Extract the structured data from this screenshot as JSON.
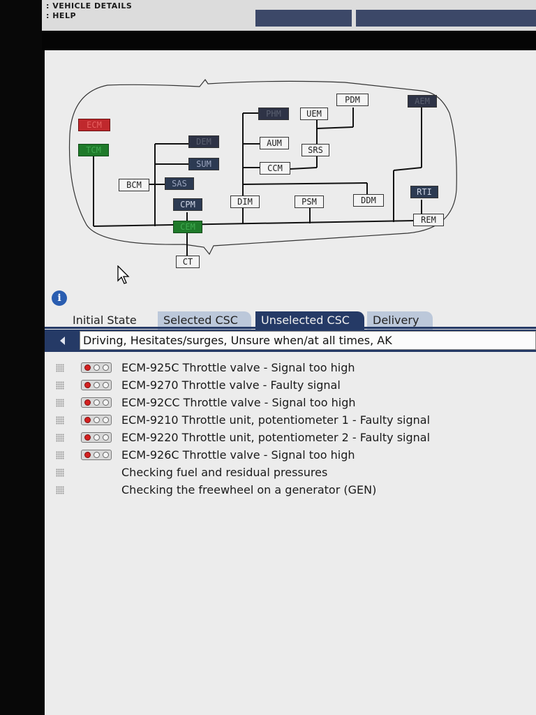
{
  "top_menu": {
    "item1": ": VEHICLE DETAILS",
    "item2": ": HELP"
  },
  "top_tabs": [
    "",
    ""
  ],
  "network": {
    "nodes": {
      "ecm": "ECM",
      "tcm": "TCM",
      "dem": "DEM",
      "sum": "SUM",
      "bcm": "BCM",
      "sas": "SAS",
      "cpm": "CPM",
      "cem": "CEM",
      "ct": "CT",
      "phm": "PHM",
      "uem": "UEM",
      "pdm": "PDM",
      "aem": "AEM",
      "aum": "AUM",
      "srs": "SRS",
      "ccm": "CCM",
      "dim": "DIM",
      "psm": "PSM",
      "ddm": "DDM",
      "rti": "RTI",
      "rem": "REM"
    },
    "colors": {
      "fault": "#c0282d",
      "ok": "#1f7a2a",
      "inactive": "#2e3346",
      "present": "#f4f4f4"
    }
  },
  "tabs": [
    {
      "label": "Initial State",
      "active": false
    },
    {
      "label": "Selected CSC",
      "active": false
    },
    {
      "label": "Unselected CSC",
      "active": true
    },
    {
      "label": "Delivery",
      "active": false
    }
  ],
  "symptom": "Driving, Hesitates/surges, Unsure when/at all times, AK",
  "rows": [
    {
      "text": "ECM-925C Throttle valve - Signal too high",
      "status": "red"
    },
    {
      "text": "ECM-9270 Throttle valve - Faulty signal",
      "status": "red"
    },
    {
      "text": "ECM-92CC Throttle valve - Signal too high",
      "status": "red"
    },
    {
      "text": "ECM-9210 Throttle unit, potentiometer 1 - Faulty signal",
      "status": "red"
    },
    {
      "text": "ECM-9220 Throttle unit, potentiometer 2 - Faulty signal",
      "status": "red"
    },
    {
      "text": "ECM-926C Throttle valve - Signal too high",
      "status": "red"
    },
    {
      "text": "Checking fuel and residual pressures",
      "status": "none"
    },
    {
      "text": "Checking the freewheel on a generator (GEN)",
      "status": "none"
    }
  ]
}
